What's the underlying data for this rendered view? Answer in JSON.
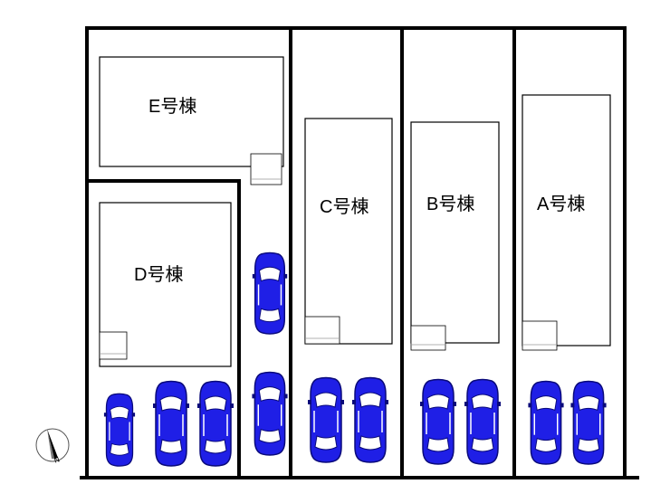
{
  "buildings": {
    "e": {
      "label": "E号棟"
    },
    "d": {
      "label": "D号棟"
    },
    "c": {
      "label": "C号棟"
    },
    "b": {
      "label": "B号棟"
    },
    "a": {
      "label": "A号棟"
    }
  },
  "compass": {
    "north_label": "N"
  },
  "colors": {
    "car_body": "#1f1fe6",
    "car_dark": "#0a0a7a",
    "line": "#000000"
  }
}
